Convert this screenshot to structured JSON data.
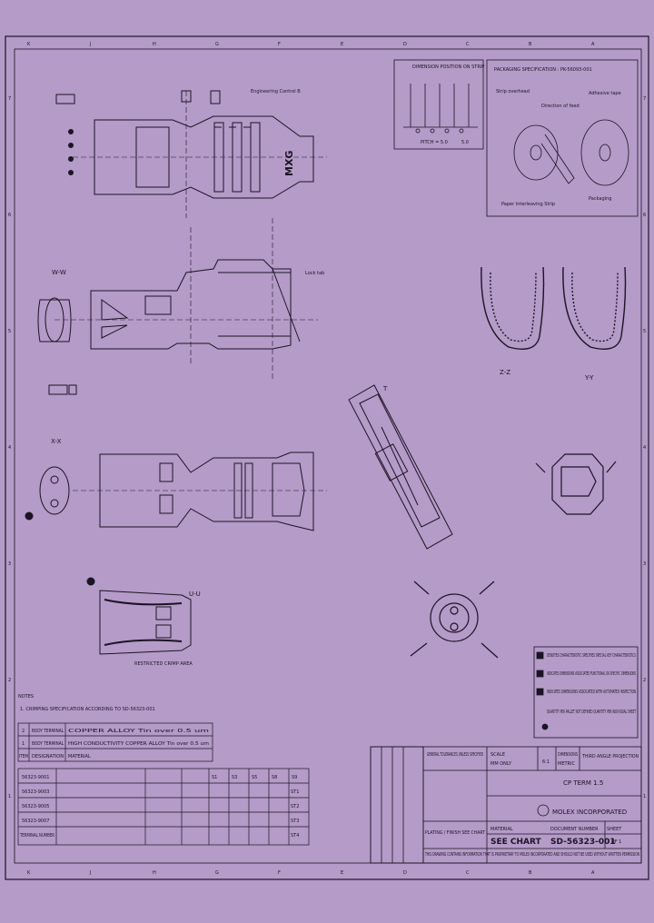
{
  "frame": {
    "columns": [
      "K",
      "J",
      "H",
      "G",
      "F",
      "E",
      "D",
      "C",
      "B",
      "A"
    ],
    "rows": [
      "7",
      "6",
      "5",
      "4",
      "3",
      "2",
      "1"
    ]
  },
  "views": {
    "top_callout": "Engineering Control B",
    "side_text": "MXG",
    "section_zz": "Z-Z",
    "section_yy": "Y-Y",
    "section_xx": "X-X",
    "section_ww": "W-W",
    "section_uu": "U-U",
    "view_t": "T",
    "lock_note": "Lock tab",
    "bottom_note": "RESTRICTED CRIMP AREA"
  },
  "inset_left": {
    "title": "DIMENSION POSITION ON STRIP",
    "dims": [
      "PITCH = 5.0",
      "5.0"
    ]
  },
  "inset_right": {
    "title": "PACKAGING SPECIFICATION : PK-56093-001",
    "labels": [
      "Strip overhead",
      "Direction of feed",
      "Adhesive tape",
      "Paper Interleaving Strip",
      "Packaging"
    ]
  },
  "legend": {
    "items": [
      "DENOTES CHARACTERISTIC SPECIFIES SPECIAL KEY CHARACTERISTICS",
      "INDICATES DIMENSIONS ASSOCIATED FUNCTIONAL OR SPECIFIC DIMENSIONS",
      "INDICATES DIMENSIONS ASSOCIATED WITH AUTOMATED INSPECTION",
      "QUANTITY PER PALLET NOT DEFINED QUANTITY PER INDIVIDUAL SHEET"
    ]
  },
  "notes": {
    "header": "NOTES",
    "line1": "1. CRIMPING SPECIFICATION ACCORDING TO SD-56323-001",
    "material_rows": [
      {
        "no": "2",
        "item": "BODY TERMINAL",
        "material": "COPPER ALLOY Tin over 0.5 um"
      },
      {
        "no": "1",
        "item": "BODY TERMINAL",
        "material": "HIGH CONDUCTIVITY COPPER ALLOY Tin over 0.5 um"
      },
      {
        "no": "ITEM",
        "item": "DESIGNATION",
        "material": "MATERIAL"
      }
    ]
  },
  "parts_table": {
    "left_rows": [
      "56323-9001",
      "56323-9003",
      "56323-9005",
      "56323-9007"
    ],
    "left_header": "TERMINAL NUMBER",
    "cols": [
      "S1",
      "S3",
      "S5",
      "S8",
      "S9"
    ],
    "rows": [
      "ST1",
      "ST2",
      "ST3",
      "ST4"
    ]
  },
  "title_block": {
    "general_tolerances": "GENERAL TOLERANCES UNLESS SPECIFIED",
    "scale_label": "SCALE",
    "scale_value": "6:1",
    "units_label": "DIMENSIONS",
    "units_value": "METRIC",
    "projection": "THIRD ANGLE PROJECTION",
    "doc_type": "MM ONLY",
    "title": "CP TERM 1.5",
    "company": "MOLEX INCORPORATED",
    "doc_number_label": "DOCUMENT NUMBER",
    "doc_number": "SD-56323-001",
    "sheet_label": "SHEET",
    "sheet": "1 OF 1",
    "material_label": "MATERIAL",
    "see_chart": "SEE CHART",
    "finish": "PLATING / FINISH SEE CHART",
    "disclaimer": "THIS DRAWING CONTAINS INFORMATION THAT IS PROPRIETARY TO MOLEX INCORPORATED AND SHOULD NOT BE USED WITHOUT WRITTEN PERMISSION"
  },
  "colors": {
    "paper": "#b49bc8",
    "ink": "#1c1424"
  }
}
